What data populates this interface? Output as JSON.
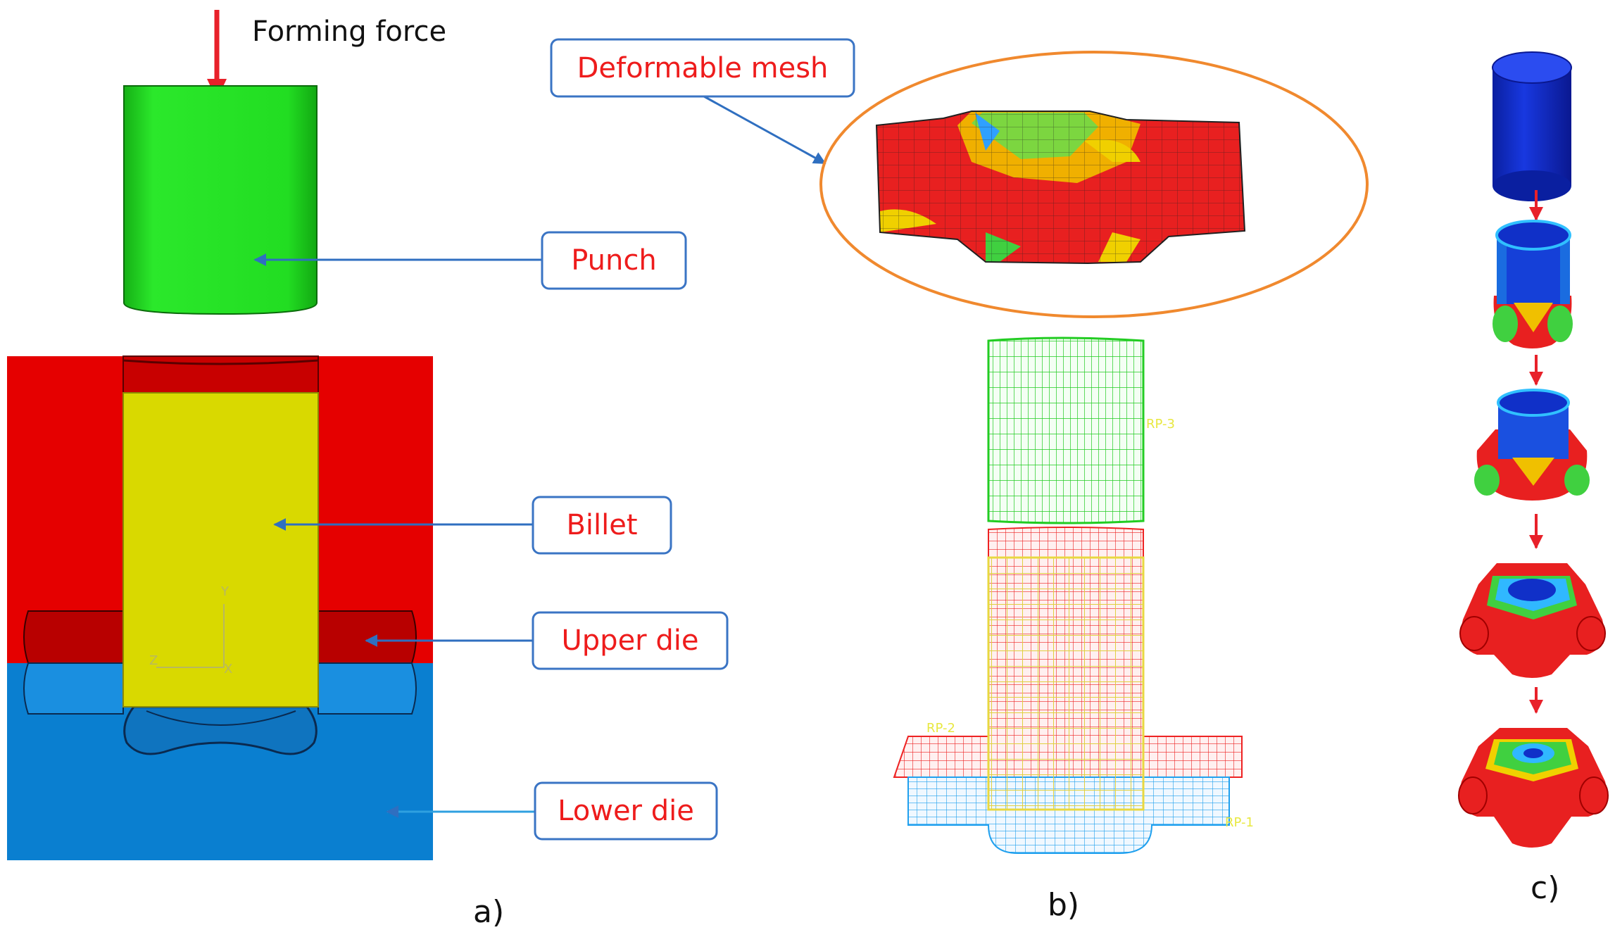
{
  "panel_a": {
    "force_label": "Forming force",
    "labels": {
      "punch": "Punch",
      "billet": "Billet",
      "upper_die": "Upper die",
      "lower_die": "Lower die"
    },
    "axis": {
      "y": "Y",
      "z": "Z",
      "x": "X"
    },
    "caption": "a)"
  },
  "panel_b": {
    "label_deformable": "Deformable mesh",
    "rp_labels": {
      "rp3": "RP-3",
      "rp2": "RP-2",
      "rp1": "RP-1"
    },
    "caption": "b)"
  },
  "panel_c": {
    "caption": "c)"
  },
  "colors": {
    "label_text": "#ee1c1c",
    "label_border": "#3a74c4",
    "arrow_blue": "#2f6fc0",
    "force_arrow": "#e8212a",
    "punch_green": "#22dd22",
    "die_red": "#e50000",
    "die_blue": "#0a7fd0",
    "billet_yellow": "#d9d900",
    "contour_blue": "#1030c8",
    "ellipse_orange": "#f0892e"
  }
}
